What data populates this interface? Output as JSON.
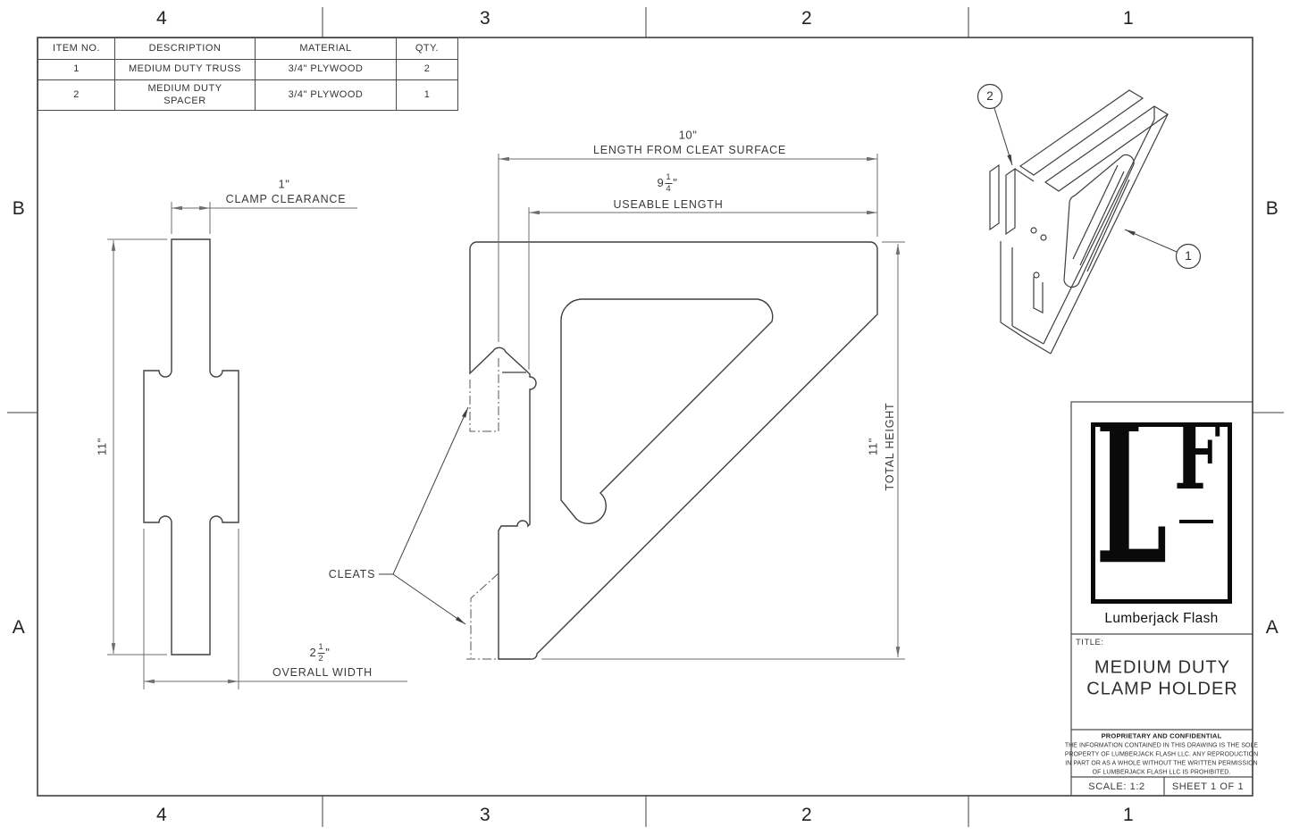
{
  "zones": {
    "columns": [
      "4",
      "3",
      "2",
      "1"
    ],
    "rows": [
      "B",
      "A"
    ]
  },
  "bom_table": {
    "headers": [
      "ITEM NO.",
      "DESCRIPTION",
      "MATERIAL",
      "QTY."
    ],
    "rows": [
      {
        "item": "1",
        "description": "MEDIUM DUTY TRUSS",
        "material": "3/4\" PLYWOOD",
        "qty": "2"
      },
      {
        "item": "2",
        "description": "MEDIUM DUTY\nSPACER",
        "material": "3/4\" PLYWOOD",
        "qty": "1"
      }
    ]
  },
  "dimensions": {
    "clamp_clearance": {
      "value": "1\"",
      "label": "CLAMP CLEARANCE"
    },
    "side_height": {
      "value": "11\""
    },
    "overall_width": {
      "whole": "2",
      "numerator": "1",
      "denominator": "2",
      "unit": "\"",
      "label": "OVERALL WIDTH"
    },
    "length_from_cleat": {
      "value": "10\"",
      "label": "LENGTH FROM CLEAT SURFACE"
    },
    "useable_length": {
      "whole": "9",
      "numerator": "1",
      "denominator": "4",
      "unit": "\"",
      "label": "USEABLE LENGTH"
    },
    "total_height": {
      "value": "11\"",
      "label": "TOTAL HEIGHT"
    },
    "cleats": {
      "label": "CLEATS"
    }
  },
  "balloons": {
    "spacer": "2",
    "truss": "1"
  },
  "title_block": {
    "logo": {
      "letter_l": "L",
      "letter_f": "F"
    },
    "brand": "Lumberjack Flash",
    "title_label": "TITLE:",
    "title_line1": "MEDIUM DUTY",
    "title_line2": "CLAMP HOLDER",
    "confidential_heading": "PROPRIETARY AND CONFIDENTIAL",
    "confidential_line1": "THE INFORMATION CONTAINED IN THIS DRAWING IS THE SOLE",
    "confidential_line2": "PROPERTY OF LUMBERJACK FLASH LLC.  ANY REPRODUCTION",
    "confidential_line3": "IN PART OR AS A WHOLE WITHOUT THE WRITTEN PERMISSION",
    "confidential_line4": "OF LUMBERJACK FLASH LLC IS PROHIBITED.",
    "scale": "SCALE: 1:2",
    "sheet": "SHEET 1 OF 1"
  },
  "colors": {
    "part_line": "#3f3f3f",
    "dim_line": "#6e6e6e",
    "text": "#3a3a3a",
    "logo": "#0a0a0a",
    "background": "#ffffff"
  }
}
